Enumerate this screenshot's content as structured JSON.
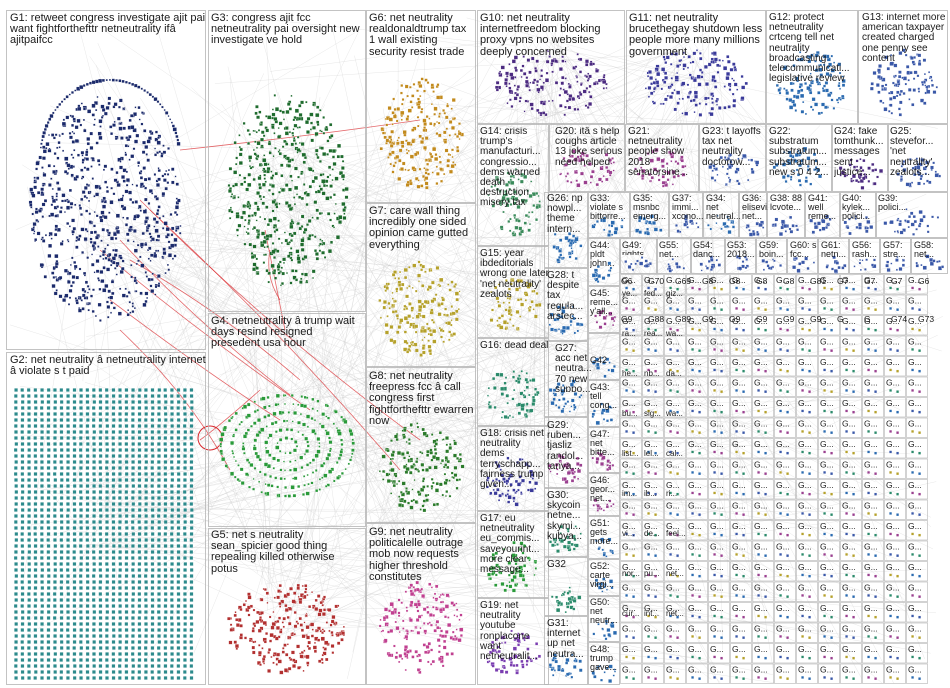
{
  "colors": {
    "edge_gray": "#c9c9c9",
    "edge_red": "#d9262b",
    "box_border": "#b5b5b5",
    "palette": [
      "#1b2a6b",
      "#2c8a8c",
      "#1e6b2d",
      "#c28a1c",
      "#2a9a3a",
      "#b23030",
      "#b5a12b",
      "#9a3f8f",
      "#3a58a8",
      "#7a3db0",
      "#ff7f00",
      "#4b2a80",
      "#2a6ab0",
      "#c04090",
      "#00a0a0"
    ]
  },
  "groups": [
    {
      "id": "G1",
      "label": "G1: retweet congress investigate ajit pai want fightforthefttr netneutrality ifâ ajitpaifcc",
      "color": "#1b2a6b",
      "size": "lg"
    },
    {
      "id": "G2",
      "label": "G2: net neutrality â netneutrality internet â violate s t paid",
      "color": "#2c8a8c",
      "size": "lg"
    },
    {
      "id": "G3",
      "label": "G3: congress ajit fcc netneutrality pai oversight new investigate ve hold",
      "color": "#1e6b2d",
      "size": "lg"
    },
    {
      "id": "G4",
      "label": "G4: netneutrality â trump wait days resind resigned presedent usa hour",
      "color": "#2a9a3a",
      "size": "lg"
    },
    {
      "id": "G5",
      "label": "G5: net s neutrality sean_spicier good thing repealing killed otherwise potus",
      "color": "#b23030",
      "size": "lg"
    },
    {
      "id": "G6",
      "label": "G6: net neutrality realdonaldtrump tax 1 wall existing security resist trade",
      "color": "#c28a1c",
      "size": "lg"
    },
    {
      "id": "G7",
      "label": "G7: care wall thing incredibly one sided opinion came gutted everything",
      "color": "#b5a12b",
      "size": "lg"
    },
    {
      "id": "G8",
      "label": "G8: net neutrality freepress fcc â call congress first fightforthefttr ewarren now",
      "color": "#2a7a2a",
      "size": "lg"
    },
    {
      "id": "G9",
      "label": "G9: net neutrality politicalelle outrage mob now requests higher threshold constitutes",
      "color": "#c04090",
      "size": "lg"
    },
    {
      "id": "G10",
      "label": "G10: net neutrality internetfreedom blocking proxy vpns no websites deeply concerned",
      "color": "#4b2a80",
      "size": "lg"
    },
    {
      "id": "G11",
      "label": "G11: net neutrality brucethegay shutdown less people more many millions government",
      "color": "#3a3a9a",
      "size": "lg"
    },
    {
      "id": "G12",
      "label": "G12: protect netneutrality crtceng tell net neutrality broadcasting telecommunicati... legislative review",
      "color": "#2a6ab0",
      "size": "md"
    },
    {
      "id": "G13",
      "label": "G13: internet more american taxpayer created charged one penny see content",
      "color": "#3a58a8",
      "size": "md"
    },
    {
      "id": "G14",
      "label": "G14: crisis trump's manufacturi... congressio... dems warned death destruction misery tax",
      "color": "#3a8a5a",
      "size": "md"
    },
    {
      "id": "G15",
      "label": "G15: year ibdeditorials wrong one later 'net neutrality' zealots",
      "color": "#b5a12b",
      "size": "md"
    },
    {
      "id": "G16",
      "label": "G16: dead deal",
      "color": "#2a8a6a",
      "size": "md"
    },
    {
      "id": "G17",
      "label": "G17: eu netneutrality eu_commis... saveyourint... more clear message...",
      "color": "#2a9a3a",
      "size": "md"
    },
    {
      "id": "G18",
      "label": "G18: crisis net neutrality dems terryschapp... fairness trump given...",
      "color": "#3a3a9a",
      "size": "md"
    },
    {
      "id": "G19",
      "label": "G19: net neutrality youtube ronplacone want netneutralit...",
      "color": "#7a3db0",
      "size": "md"
    },
    {
      "id": "G20",
      "label": "G20: itâ s help coughs article 13 joke serious need helped",
      "color": "#9a3f8f",
      "size": "md"
    },
    {
      "id": "G21",
      "label": "G21: netneutrality people show 2018 senatorsine...",
      "color": "#9a3f8f",
      "size": "md"
    },
    {
      "id": "G22",
      "label": "G22: substratum substratum... substratum... new s 0 4 2...",
      "color": "#2a6ab0",
      "size": "md"
    },
    {
      "id": "G23",
      "label": "G23: t layoffs tax net neutrality doctorow...",
      "color": "#3a58a8",
      "size": "md"
    },
    {
      "id": "G24",
      "label": "G24: fake tomthunk... messages sent justice...",
      "color": "#4b2a80",
      "size": "md"
    },
    {
      "id": "G25",
      "label": "G25: stevefor... 'net neutrality' zealots...",
      "color": "#3a58a8",
      "size": "md"
    },
    {
      "id": "G26",
      "label": "G26: np nowpl... theme intern...",
      "color": "#2a6ab0",
      "size": "md"
    },
    {
      "id": "G27",
      "label": "G27: acc net neutra... 70 new suppo...",
      "color": "#2a6ab0",
      "size": "md"
    },
    {
      "id": "G28",
      "label": "G28: t despite tax regula... arstec...",
      "color": "#2a6ab0",
      "size": "md"
    },
    {
      "id": "G29",
      "label": "G29: ruben... tjasliz randol... tanya...",
      "color": "#9a3f8f",
      "size": "md"
    },
    {
      "id": "G30",
      "label": "G30: skycoin netne... skymi... kubya...",
      "color": "#2a8a6a",
      "size": "md"
    },
    {
      "id": "G31",
      "label": "G31: internet up net neutra...",
      "color": "#2a6ab0",
      "size": "md"
    },
    {
      "id": "G32",
      "label": "G32",
      "color": "#2a8a6a",
      "size": "md"
    },
    {
      "id": "G33",
      "label": "G33: violate s bittorre...",
      "color": "#2a6ab0",
      "size": "sm"
    },
    {
      "id": "G34",
      "label": "G34: net neutral...",
      "color": "#2a6ab0",
      "size": "sm"
    },
    {
      "id": "G35",
      "label": "G35: msnbc emerg...",
      "color": "#2a6ab0",
      "size": "sm"
    },
    {
      "id": "G36",
      "label": "G36: elisevi... net...",
      "color": "#3a58a8",
      "size": "sm"
    },
    {
      "id": "G37",
      "label": "G37: immi... xcono...",
      "color": "#3a58a8",
      "size": "sm"
    },
    {
      "id": "G38",
      "label": "G38: 88 lcvote...",
      "color": "#3a58a8",
      "size": "sm"
    },
    {
      "id": "G39",
      "label": "G39: polici...",
      "color": "#3a58a8",
      "size": "sm"
    },
    {
      "id": "G40",
      "label": "G40: kylek... polici...",
      "color": "#3a58a8",
      "size": "sm"
    },
    {
      "id": "G41",
      "label": "G41: well reme...",
      "color": "#3a58a8",
      "size": "sm"
    },
    {
      "id": "G42",
      "label": "G42",
      "color": "#2a6ab0",
      "size": "sm"
    },
    {
      "id": "G43",
      "label": "G43: tell cong...",
      "color": "#2a6ab0",
      "size": "sm"
    },
    {
      "id": "G44",
      "label": "G44: pldt john...",
      "color": "#2a6ab0",
      "size": "sm"
    },
    {
      "id": "G45",
      "label": "G45: reme... y'all...",
      "color": "#9a3f8f",
      "size": "sm"
    },
    {
      "id": "G46",
      "label": "G46: geor... net...",
      "color": "#9a3f8f",
      "size": "sm"
    },
    {
      "id": "G47",
      "label": "G47: net bitte...",
      "color": "#9a3f8f",
      "size": "sm"
    },
    {
      "id": "G48",
      "label": "G48: trump gave...",
      "color": "#2a6ab0",
      "size": "sm"
    },
    {
      "id": "G49",
      "label": "G49: rights...",
      "color": "#3a58a8",
      "size": "sm"
    },
    {
      "id": "G50",
      "label": "G50: net neutr...",
      "color": "#2a6ab0",
      "size": "sm"
    },
    {
      "id": "G51",
      "label": "G51: gets more...",
      "color": "#2a6ab0",
      "size": "sm"
    },
    {
      "id": "G52",
      "label": "G52: carte virgi...",
      "color": "#2a6ab0",
      "size": "sm"
    },
    {
      "id": "G53",
      "label": "G53: 2018...",
      "color": "#3a58a8",
      "size": "sm"
    },
    {
      "id": "G54",
      "label": "G54: danc...",
      "color": "#3a58a8",
      "size": "sm"
    },
    {
      "id": "G55",
      "label": "G55: net...",
      "color": "#3a58a8",
      "size": "sm"
    },
    {
      "id": "G56",
      "label": "G56: rash...",
      "color": "#3a58a8",
      "size": "sm"
    },
    {
      "id": "G57",
      "label": "G57: stre...",
      "color": "#3a58a8",
      "size": "sm"
    },
    {
      "id": "G58",
      "label": "G58: net...",
      "color": "#3a58a8",
      "size": "sm"
    },
    {
      "id": "G59",
      "label": "G59: boin...",
      "color": "#3a58a8",
      "size": "sm"
    },
    {
      "id": "G60",
      "label": "G60: s fcc...",
      "color": "#3a58a8",
      "size": "sm"
    },
    {
      "id": "G61",
      "label": "G61: netn...",
      "color": "#3a58a8",
      "size": "sm"
    }
  ],
  "small_grid_labels": [
    "G6",
    "G70",
    "G69",
    "G8",
    "G8",
    "G8",
    "G8",
    "G81",
    "G7",
    "G7",
    "G7",
    "G6",
    "G9",
    "G88",
    "G89",
    "G9",
    "G9",
    "G9",
    "G9",
    "G9",
    "G",
    "G",
    "G74",
    "G73"
  ],
  "small_grid_texts": [
    "ye...",
    "fed...",
    "giz...",
    "ra...",
    "rea...",
    "wa...",
    "he...",
    "nb...",
    "da...",
    "bu...",
    "sig...",
    "wa...",
    "list...",
    "lel...",
    "cal...",
    "im...",
    "ib...",
    "ri...",
    "vi...",
    "de...",
    "feel...",
    "nor...",
    "pu...",
    "net...",
    "cur...",
    "int...",
    "net..."
  ]
}
